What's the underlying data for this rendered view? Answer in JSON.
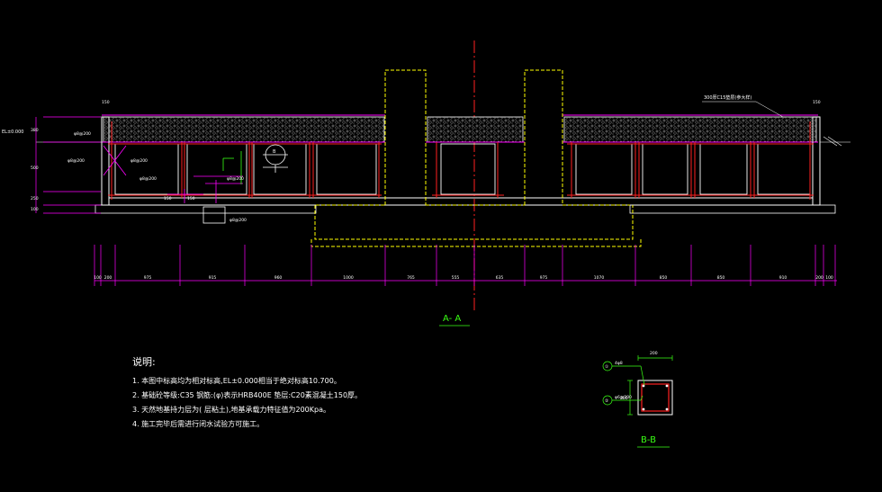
{
  "section_aa": {
    "title": "A- A",
    "elevation_label": "EL±0.000",
    "top_note": "300厚C15垫层(参大样)",
    "left_margin_label": "150",
    "right_margin_label": "150",
    "left_dims": [
      "380",
      "500",
      "250",
      "100"
    ],
    "rebar_labels": [
      "φ8@200",
      "φ8@200",
      "φ8@200",
      "φ8@200",
      "φ8@200",
      "φ8@200"
    ],
    "dim_150_a": "150",
    "dim_150_b": "150",
    "bottom_dims": [
      "100",
      "200",
      "975",
      "915",
      "960",
      "1000",
      "765",
      "555",
      "635",
      "975",
      "1070",
      "850",
      "850",
      "910",
      "200",
      "100"
    ]
  },
  "notes": {
    "title": "说明:",
    "items": [
      "1. 本图中标高均为相对标高,EL±0.000相当于绝对标高10.700。",
      "2. 基础砼等级:C35  钢筋:(φ)表示HRB400E  垫层:C20素混凝土150厚。",
      "3. 天然地基持力层为(    层粘土),地基承载力特征值为200Kpa。",
      "4. 施工完毕后需进行闭水试验方可施工。"
    ]
  },
  "section_bb": {
    "title": "B-B",
    "top_dim": "200",
    "side_dim": "200",
    "callout_top": "①",
    "callout_bottom": "②",
    "label_top": "4φ8",
    "label_bottom": "φ6@200"
  },
  "colors": {
    "background": "#000000",
    "magenta": "#ff00ff",
    "red": "#ff2020",
    "yellow": "#ffff00",
    "green": "#39ff14",
    "white": "#ffffff"
  }
}
